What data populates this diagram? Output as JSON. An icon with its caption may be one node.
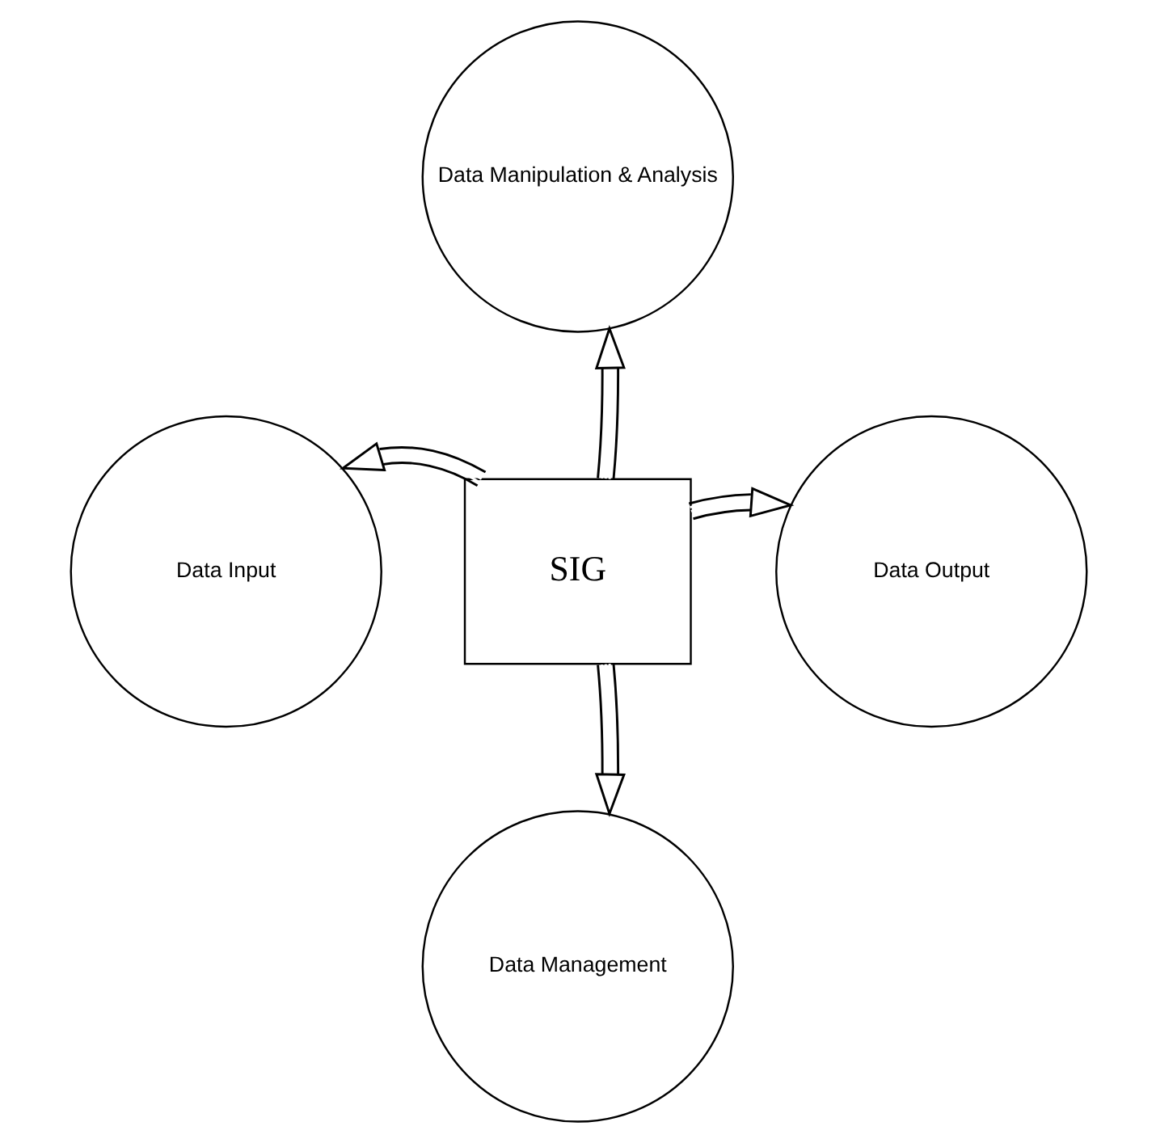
{
  "diagram": {
    "nodes": [
      {
        "text": [
          "Data Manipulation & Analysis"
        ]
      },
      {
        "text": [
          "Data Input"
        ]
      },
      {
        "text": [
          "SIG"
        ]
      },
      {
        "text": [
          "Data Output"
        ]
      },
      {
        "text": [
          "Data Management"
        ]
      }
    ],
    "edges": [
      {
        "from": 2,
        "to": 0,
        "arrow": "to"
      },
      {
        "from": 2,
        "to": 1,
        "arrow": "to"
      },
      {
        "from": 2,
        "to": 3,
        "arrow": "to"
      },
      {
        "from": 2,
        "to": 4,
        "arrow": "to"
      }
    ]
  }
}
